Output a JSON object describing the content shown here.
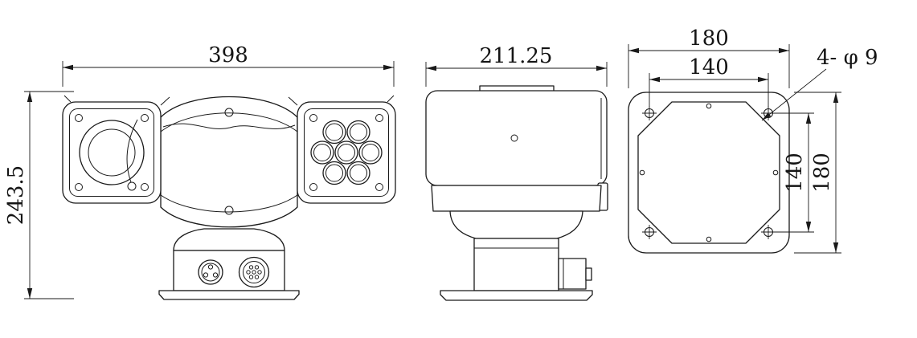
{
  "drawing": {
    "front_view": {
      "width_label": "398",
      "height_label": "243.5"
    },
    "side_view": {
      "width_label": "211.25"
    },
    "base_view": {
      "outer_width_label": "180",
      "hole_span_width_label": "140",
      "hole_span_height_label": "140",
      "outer_height_label": "180",
      "hole_callout_label": "4- φ 9"
    }
  }
}
